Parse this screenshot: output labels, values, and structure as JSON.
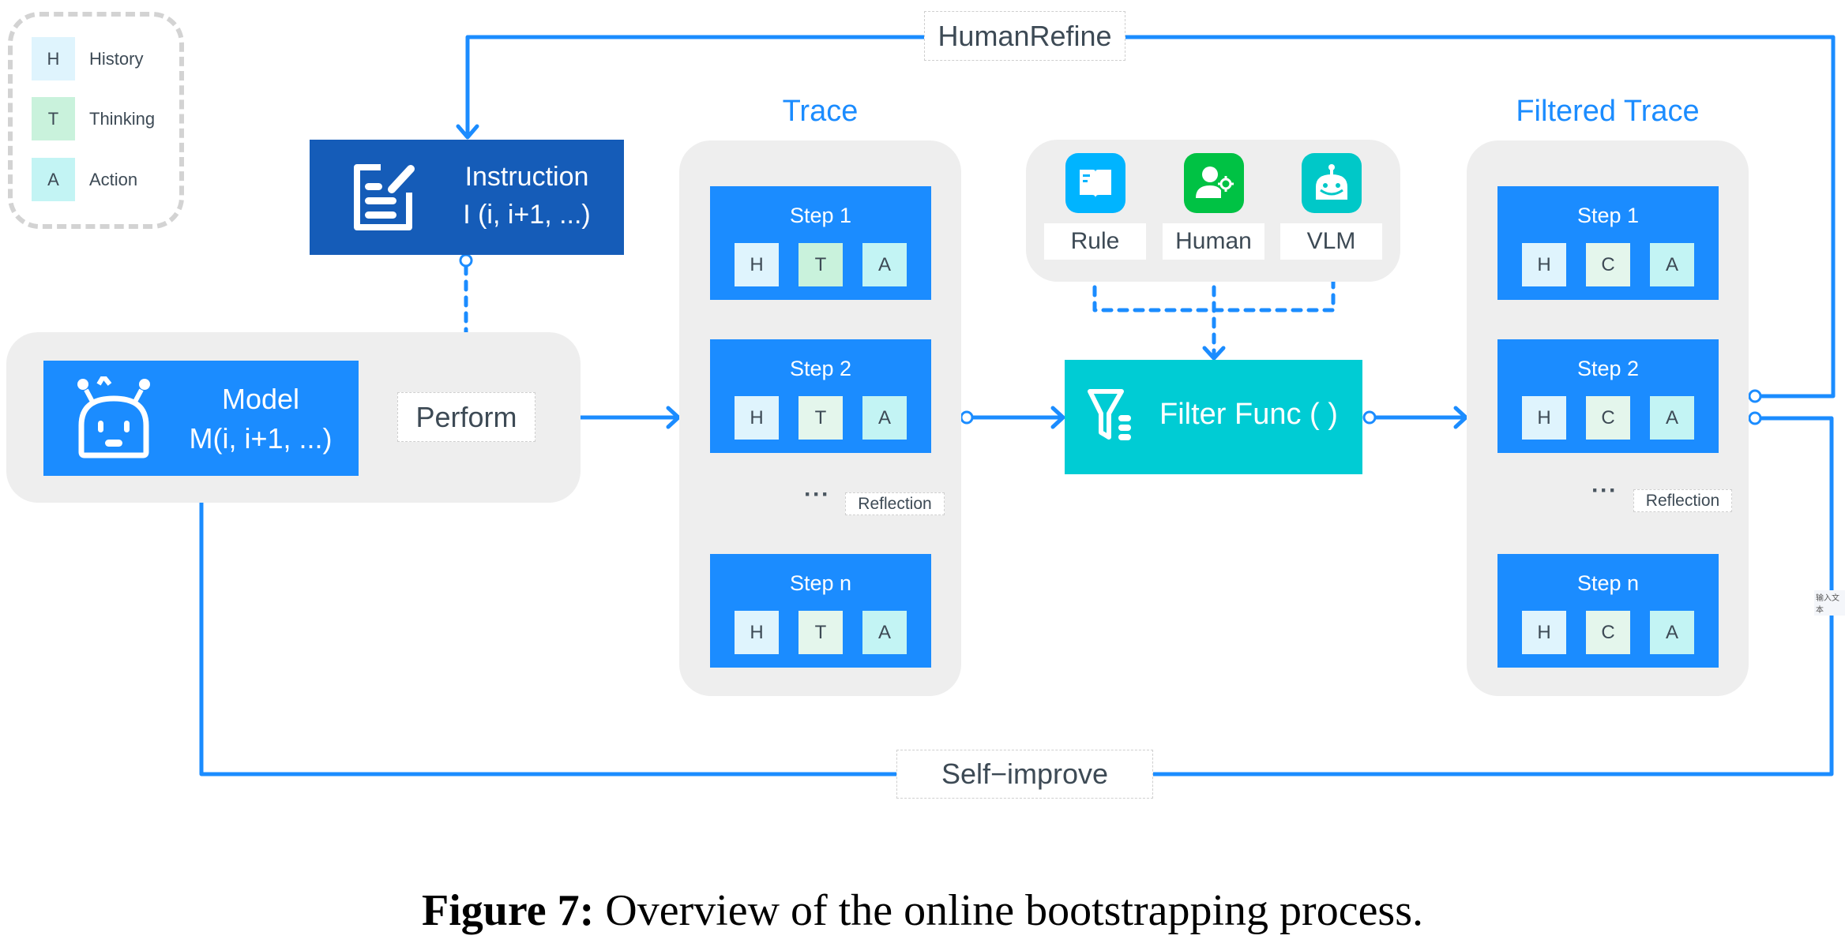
{
  "legend": {
    "items": [
      {
        "key": "H",
        "label": "History",
        "color": "#dff4fd"
      },
      {
        "key": "T",
        "label": "Thinking",
        "color": "#c9f2dc"
      },
      {
        "key": "A",
        "label": "Action",
        "color": "#c3f4f4"
      }
    ]
  },
  "instruction": {
    "title": "Instruction",
    "subtitle": "I (i, i+1, ...)",
    "icon": "document-edit-icon",
    "color": "#155cb8"
  },
  "model": {
    "title": "Model",
    "subtitle": "M(i, i+1, ...)",
    "icon": "robot-icon",
    "color": "#1b8cff"
  },
  "perform": {
    "label": "Perform"
  },
  "trace": {
    "title": "Trace",
    "steps": [
      {
        "title": "Step 1",
        "cells": [
          "H",
          "T",
          "A"
        ]
      },
      {
        "title": "Step 2",
        "cells": [
          "H",
          "T",
          "A"
        ]
      },
      {
        "title": "Step n",
        "cells": [
          "H",
          "T",
          "A"
        ]
      }
    ],
    "ellipsis": "···",
    "reflection": "Reflection"
  },
  "filter_sources": [
    {
      "label": "Rule",
      "icon": "book-icon",
      "color": "#00b4ff"
    },
    {
      "label": "Human",
      "icon": "user-gear-icon",
      "color": "#00c244"
    },
    {
      "label": "VLM",
      "icon": "robot-icon",
      "color": "#00c8c8"
    }
  ],
  "filter_func": {
    "label": "Filter Func ( )",
    "icon": "filter-list-icon",
    "color": "#00ccd4"
  },
  "filtered_trace": {
    "title": "Filtered Trace",
    "steps": [
      {
        "title": "Step 1",
        "cells": [
          "H",
          "C",
          "A"
        ]
      },
      {
        "title": "Step 2",
        "cells": [
          "H",
          "C",
          "A"
        ]
      },
      {
        "title": "Step n",
        "cells": [
          "H",
          "C",
          "A"
        ]
      }
    ],
    "ellipsis": "···",
    "reflection": "Reflection"
  },
  "loops": {
    "human_refine": "HumanRefine",
    "self_improve": "Self−improve",
    "placeholder_note": "输入文本"
  },
  "caption": {
    "label": "Figure 7:",
    "text": "Overview of the online bootstrapping process."
  },
  "colors": {
    "accent": "#1b8cff",
    "panel": "#eeeeee",
    "text": "#3d4a55"
  }
}
